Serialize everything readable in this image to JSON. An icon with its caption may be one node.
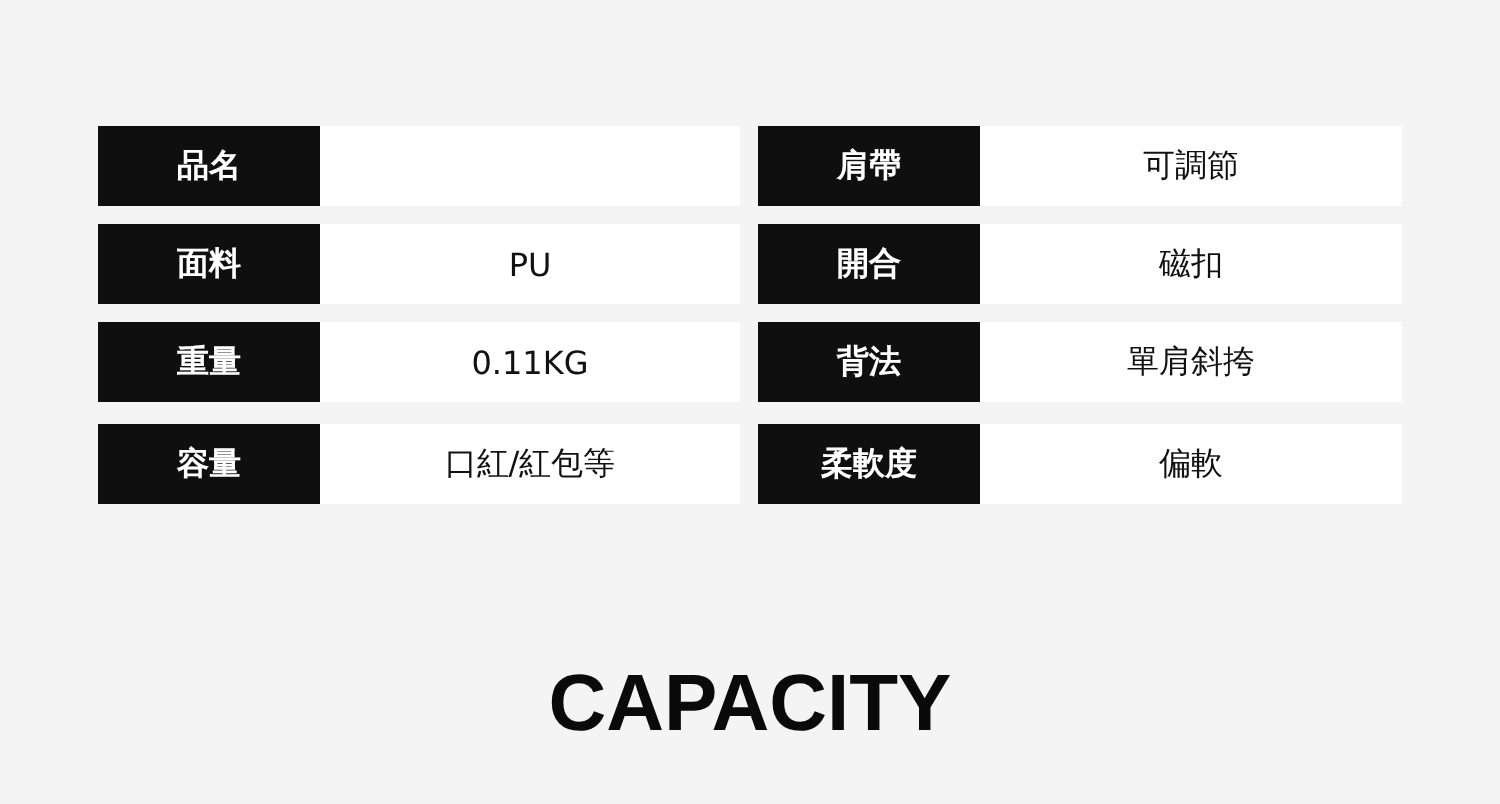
{
  "diagram": {
    "title": "CAPACITY",
    "labels": [
      "品名",
      "肩帶",
      "可調節",
      "面料",
      "PU",
      "開合",
      "磁扣",
      "重量",
      "0.11KG",
      "背法",
      "單肩斜挎",
      "容量",
      "口紅/紅包等",
      "柔軟度",
      "偏軟"
    ]
  }
}
